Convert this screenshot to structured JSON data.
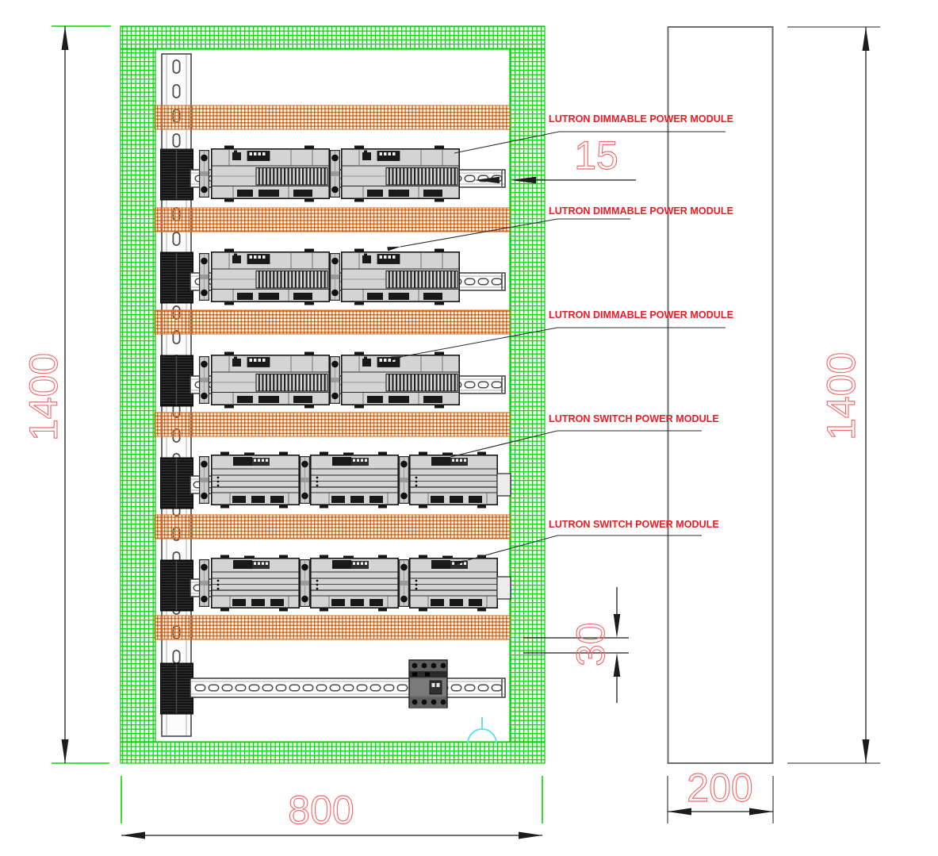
{
  "labels": {
    "rows": [
      {
        "text": "LUTRON DIMMABLE POWER MODULE"
      },
      {
        "text": "LUTRON DIMMABLE POWER MODULE"
      },
      {
        "text": "LUTRON DIMMABLE POWER MODULE"
      },
      {
        "text": "LUTRON SWITCH POWER MODULE"
      },
      {
        "text": "LUTRON SWITCH POWER MODULE"
      }
    ]
  },
  "dimensions": {
    "enclosure_height_left": "1400",
    "enclosure_height_right": "1400",
    "enclosure_width": "800",
    "side_panel_width": "200",
    "rail_edge_gap": "15",
    "duct_gap": "30"
  },
  "colors": {
    "hatch_green": "#00dd00",
    "hatch_orange": "#e0762a",
    "label_red": "#ec1c24",
    "dimension_red": "#f4696b",
    "accent_cyan": "#5ae4ef"
  }
}
